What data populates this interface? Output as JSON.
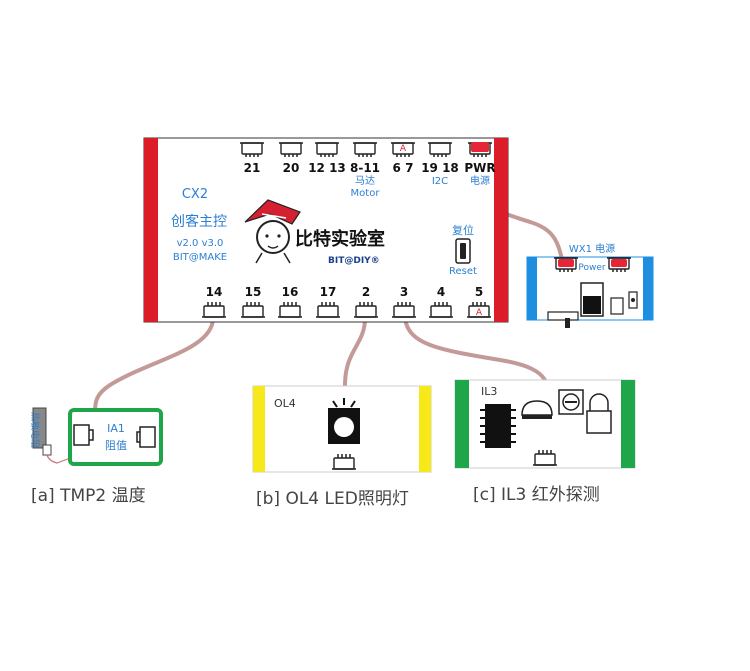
{
  "main_board": {
    "model": "CX2",
    "name": "创客主控",
    "version": "v2.0 v3.0",
    "brand": "BIT@MAKE",
    "logo_text": "比特实验室",
    "logo_sub": "BIT@DIY®",
    "top_ports": [
      "21",
      "20",
      "12 13",
      "8-11",
      "6 7",
      "19 18",
      "PWR"
    ],
    "top_port_notes": {
      "motor_cn": "马达",
      "motor_en": "Motor",
      "i2c": "I2C",
      "power_cn": "电源"
    },
    "analog_mark": "A",
    "reset_cn": "复位",
    "reset_en": "Reset",
    "bottom_ports": [
      "14",
      "15",
      "16",
      "17",
      "2",
      "3",
      "4",
      "5"
    ]
  },
  "power_module": {
    "label": "WX1 电源",
    "sub": "Power"
  },
  "module_a": {
    "sensor_label": "热敏电阻",
    "line1": "IA1",
    "line2": "阻值",
    "caption": "[a] TMP2 温度"
  },
  "module_b": {
    "tag": "OL4",
    "caption": "[b] OL4 LED照明灯"
  },
  "module_c": {
    "tag": "IL3",
    "caption": "[c] IL3 红外探测"
  },
  "colors": {
    "red": "#dd1c2a",
    "blue": "#1e8fe0",
    "green": "#1fa64a",
    "yellow": "#f7e81a",
    "wire": "#c49a98",
    "label_blue": "#2b7fd1"
  }
}
